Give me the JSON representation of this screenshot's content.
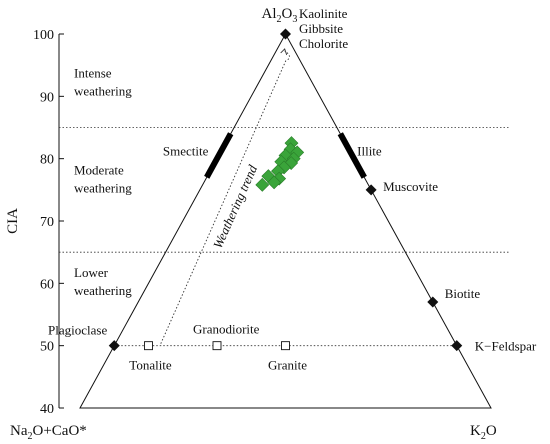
{
  "chart_data": {
    "type": "scatter",
    "ylabel": "CIA",
    "ylim": [
      40,
      100
    ],
    "yticks": [
      40,
      50,
      60,
      70,
      80,
      90,
      100
    ],
    "vertices": {
      "top": "Al2O3",
      "left": "Na2O+CaO*",
      "right": "K2O"
    },
    "top_minerals": [
      "Kaolinite",
      "Gibbsite",
      "Cholorite"
    ],
    "zones": [
      {
        "name": "Intense weathering",
        "lines": [
          "Intense",
          "weathering"
        ]
      },
      {
        "name": "Moderate weathering",
        "lines": [
          "Moderate",
          "weathering"
        ]
      },
      {
        "name": "Lower weathering",
        "lines": [
          "Lower",
          "weathering"
        ]
      }
    ],
    "zone_boundaries": [
      85,
      65
    ],
    "trend_label": "Weathering trend",
    "reference_levels": [
      {
        "cia": 50,
        "style": "dotted"
      }
    ],
    "minerals_solid": [
      {
        "name": "Plagioclase",
        "cia": 50,
        "f_k2o": 0.0
      },
      {
        "name": "K−Feldspar",
        "cia": 50,
        "f_k2o": 1.0
      },
      {
        "name": "Biotite",
        "cia": 57,
        "f_k2o": 1.0
      },
      {
        "name": "Muscovite",
        "cia": 75,
        "f_k2o": 1.0
      },
      {
        "name": "Al2O3 apex",
        "cia": 100,
        "f_k2o": 0.5
      }
    ],
    "minerals_open": [
      {
        "name": "Tonalite",
        "cia": 50,
        "f_k2o": 0.1
      },
      {
        "name": "Granodiorite",
        "cia": 50,
        "f_k2o": 0.3
      },
      {
        "name": "Granite",
        "cia": 50,
        "f_k2o": 0.5
      }
    ],
    "clay_bars": [
      {
        "name": "Smectite",
        "cia_from": 77,
        "cia_to": 84,
        "side": "left"
      },
      {
        "name": "Illite",
        "cia_from": 77,
        "cia_to": 84,
        "side": "right"
      }
    ],
    "samples": {
      "color": "#3aa43a",
      "points": [
        {
          "cia": 82.5,
          "f_k2o": 0.55
        },
        {
          "cia": 81.5,
          "f_k2o": 0.54
        },
        {
          "cia": 81.0,
          "f_k2o": 0.59
        },
        {
          "cia": 80.5,
          "f_k2o": 0.5
        },
        {
          "cia": 80.0,
          "f_k2o": 0.56
        },
        {
          "cia": 79.5,
          "f_k2o": 0.47
        },
        {
          "cia": 79.3,
          "f_k2o": 0.54
        },
        {
          "cia": 78.6,
          "f_k2o": 0.49
        },
        {
          "cia": 78.0,
          "f_k2o": 0.45
        },
        {
          "cia": 77.2,
          "f_k2o": 0.39
        },
        {
          "cia": 76.8,
          "f_k2o": 0.46
        },
        {
          "cia": 76.2,
          "f_k2o": 0.43
        },
        {
          "cia": 75.8,
          "f_k2o": 0.36
        }
      ]
    }
  }
}
